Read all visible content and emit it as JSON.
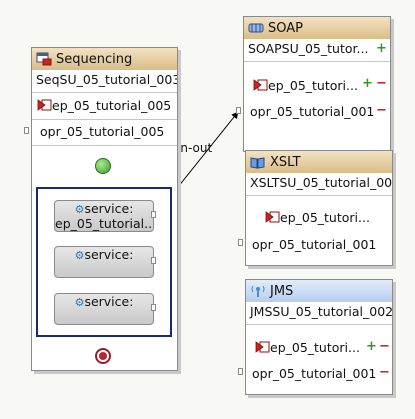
{
  "sequencing": {
    "title": "Sequencing",
    "su_name": "SeqSU_05_tutorial_003",
    "endpoint": "ep_05_tutorial_005",
    "operation": "opr_05_tutorial_005",
    "services": [
      {
        "line1": "service:",
        "line2": "ep_05_tutorial..."
      },
      {
        "line1": "service:",
        "line2": ""
      },
      {
        "line1": "service:",
        "line2": ""
      }
    ]
  },
  "link": {
    "label": "in-out"
  },
  "soap": {
    "title": "SOAP",
    "su_name": "SOAPSU_05_tutor...",
    "endpoint": "ep_05_tutori...",
    "operation": "opr_05_tutorial_001"
  },
  "xslt": {
    "title": "XSLT",
    "su_name": "XSLTSU_05_tutorial_00",
    "endpoint": "ep_05_tutori...",
    "operation": "opr_05_tutorial_001"
  },
  "jms": {
    "title": "JMS",
    "su_name": "JMSSU_05_tutorial_002",
    "endpoint": "ep_05_tutori...",
    "operation": "opr_05_tutorial_001"
  },
  "controls": {
    "add": "+",
    "remove": "−"
  },
  "colors": {
    "tan_header": "#d9bd88",
    "blue_header": "#b6cdef",
    "start_node": "#5cc24a",
    "end_node": "#c02030",
    "sequence_border": "#1a2a78",
    "plus": "#2e9b1e",
    "minus": "#cc1a1a"
  }
}
